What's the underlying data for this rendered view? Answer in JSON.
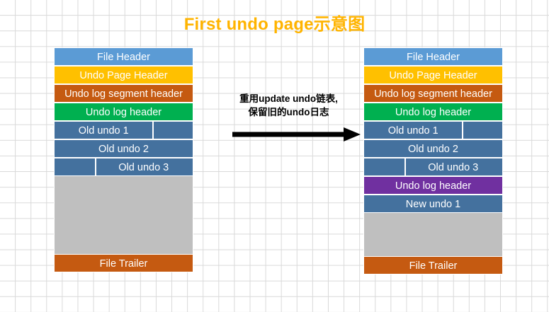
{
  "title": "First undo page示意图",
  "colors": {
    "title": "#ffb400",
    "file_header": "#5b9bd5",
    "undo_page_header": "#ffc000",
    "undo_log_segment_header": "#c55a11",
    "undo_log_header": "#00b050",
    "undo_record": "#44719e",
    "undo_log_header_new": "#7030a0",
    "free_space": "#bfbfbf",
    "file_trailer": "#c55a11",
    "arrow": "#000000",
    "grid": "#d9d9d9"
  },
  "middle": {
    "note_line1": "重用update undo链表,",
    "note_line2": "保留旧的undo日志",
    "arrow_icon": "arrow-right-icon"
  },
  "left_page": {
    "name": "first-undo-page-before",
    "rows": [
      {
        "label": "File Header",
        "color": "blue",
        "split": "none"
      },
      {
        "label": "Undo Page Header",
        "color": "amber",
        "split": "none"
      },
      {
        "label": "Undo log segment header",
        "color": "brown",
        "split": "none"
      },
      {
        "label": "Undo log header",
        "color": "green",
        "split": "none"
      },
      {
        "label": "Old undo 1",
        "color": "steel",
        "split": "right"
      },
      {
        "label": "Old undo 2",
        "color": "steel",
        "split": "none"
      },
      {
        "label": "Old undo 3",
        "color": "steel",
        "split": "left"
      }
    ],
    "free_space_label": "",
    "trailer_label": "File Trailer"
  },
  "right_page": {
    "name": "first-undo-page-after",
    "rows": [
      {
        "label": "File Header",
        "color": "blue",
        "split": "none"
      },
      {
        "label": "Undo Page Header",
        "color": "amber",
        "split": "none"
      },
      {
        "label": "Undo log segment header",
        "color": "brown",
        "split": "none"
      },
      {
        "label": "Undo log header",
        "color": "green",
        "split": "none"
      },
      {
        "label": "Old undo 1",
        "color": "steel",
        "split": "right"
      },
      {
        "label": "Old undo 2",
        "color": "steel",
        "split": "none"
      },
      {
        "label": "Old undo 3",
        "color": "steel",
        "split": "left"
      },
      {
        "label": "Undo log header",
        "color": "purple",
        "split": "none"
      },
      {
        "label": "New undo 1",
        "color": "steel",
        "split": "none"
      }
    ],
    "free_space_label": "",
    "trailer_label": "File Trailer"
  }
}
